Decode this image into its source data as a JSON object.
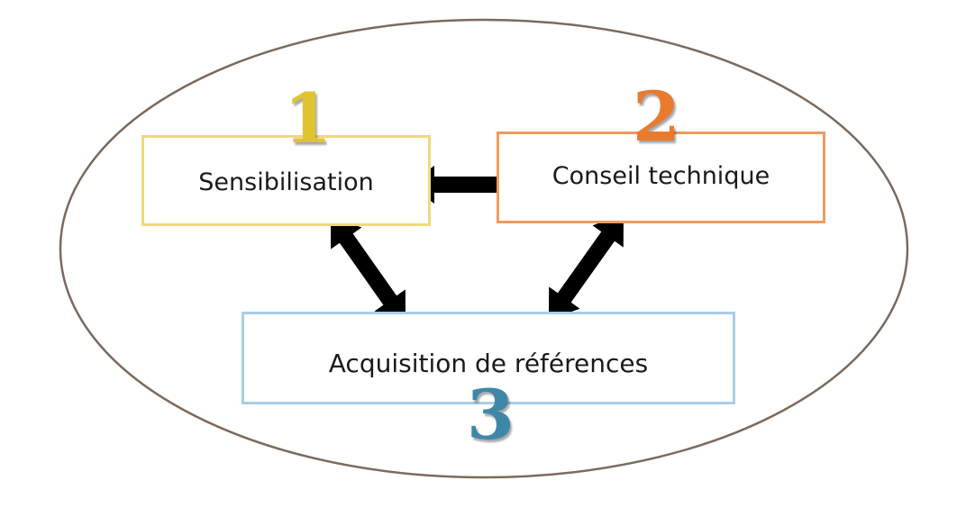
{
  "steps": [
    {
      "number": "1",
      "label": "Sensibilisation",
      "color": "#f0d97a"
    },
    {
      "number": "2",
      "label": "Conseil technique",
      "color": "#ef9a60"
    },
    {
      "number": "3",
      "label": "Acquisition de références",
      "color": "#a9cde6"
    }
  ],
  "number_colors": [
    "#e0c330",
    "#e97a2e",
    "#3f87a8"
  ],
  "ellipse_color": "#7a6a5e",
  "arrow_color": "#000000",
  "connections": [
    {
      "from": "1",
      "to": "2",
      "type": "bidirectional"
    },
    {
      "from": "1",
      "to": "3",
      "type": "bidirectional"
    },
    {
      "from": "2",
      "to": "3",
      "type": "bidirectional"
    }
  ]
}
